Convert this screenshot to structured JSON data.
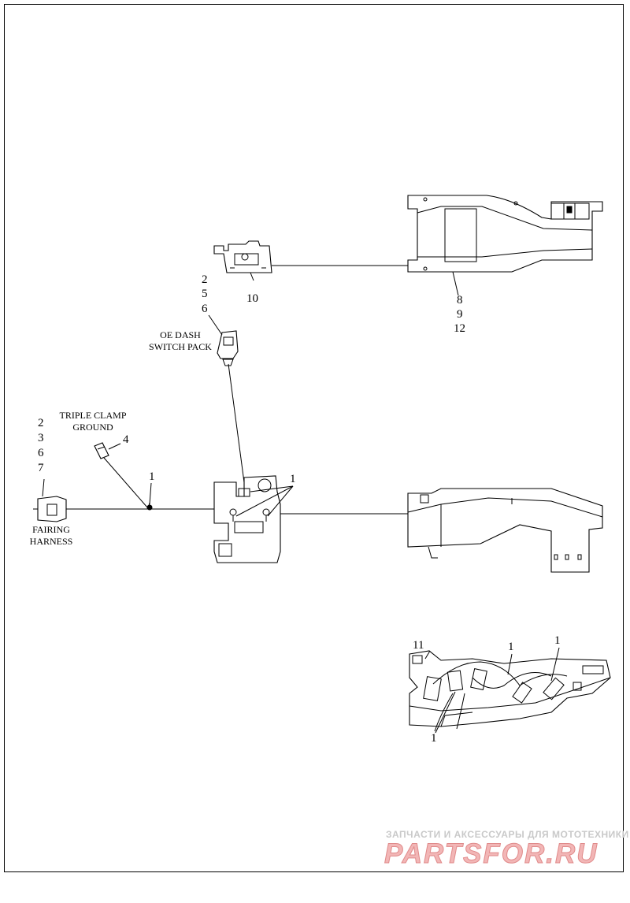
{
  "callouts": {
    "c10": "10",
    "c2a": "2",
    "c5": "5",
    "c6a": "6",
    "c8": "8",
    "c9": "9",
    "c12": "12",
    "c2b": "2",
    "c3": "3",
    "c6b": "6",
    "c7": "7",
    "c4": "4",
    "c1a": "1",
    "c1b": "1",
    "c11": "11",
    "c1c": "1",
    "c1d": "1",
    "c1e": "1"
  },
  "captions": {
    "oe_dash_line1": "OE DASH",
    "oe_dash_line2": "SWITCH PACK",
    "triple_clamp_line1": "TRIPLE CLAMP",
    "triple_clamp_line2": "GROUND",
    "fairing_line1": "FAIRING",
    "fairing_line2": "HARNESS"
  },
  "watermark": {
    "line1": "ЗАПЧАСТИ И АКСЕССУАРЫ ДЛЯ МОТОТЕХНИКИ",
    "line2": "PARTSFOR.RU"
  }
}
